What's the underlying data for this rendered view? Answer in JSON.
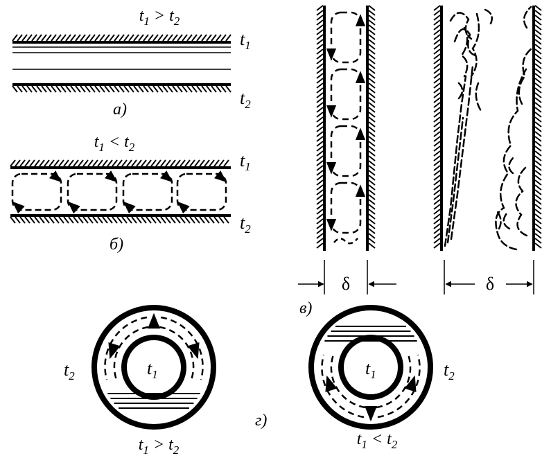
{
  "panel_a": {
    "condition": {
      "a": "t",
      "a_sub": "1",
      "op": " > ",
      "b": "t",
      "b_sub": "2"
    },
    "top_wall": {
      "base": "t",
      "sub": "1"
    },
    "bottom_wall": {
      "base": "t",
      "sub": "2"
    },
    "caption": "а)"
  },
  "panel_b": {
    "condition": {
      "a": "t",
      "a_sub": "1",
      "op": " < ",
      "b": "t",
      "b_sub": "2"
    },
    "top_wall": {
      "base": "t",
      "sub": "1"
    },
    "bottom_wall": {
      "base": "t",
      "sub": "2"
    },
    "caption": "б)"
  },
  "panel_v": {
    "gap_left": "δ",
    "gap_right": "δ",
    "caption": "в)"
  },
  "panel_g": {
    "left": {
      "inner": {
        "base": "t",
        "sub": "1"
      },
      "outer": {
        "base": "t",
        "sub": "2"
      },
      "condition": {
        "a": "t",
        "a_sub": "1",
        "op": " > ",
        "b": "t",
        "b_sub": "2"
      }
    },
    "right": {
      "inner": {
        "base": "t",
        "sub": "1"
      },
      "outer": {
        "base": "t",
        "sub": "2"
      },
      "condition": {
        "a": "t",
        "a_sub": "1",
        "op": " < ",
        "b": "t",
        "b_sub": "2"
      }
    },
    "caption": "г)"
  },
  "colors": {
    "ink": "#000000",
    "background": "#ffffff"
  }
}
